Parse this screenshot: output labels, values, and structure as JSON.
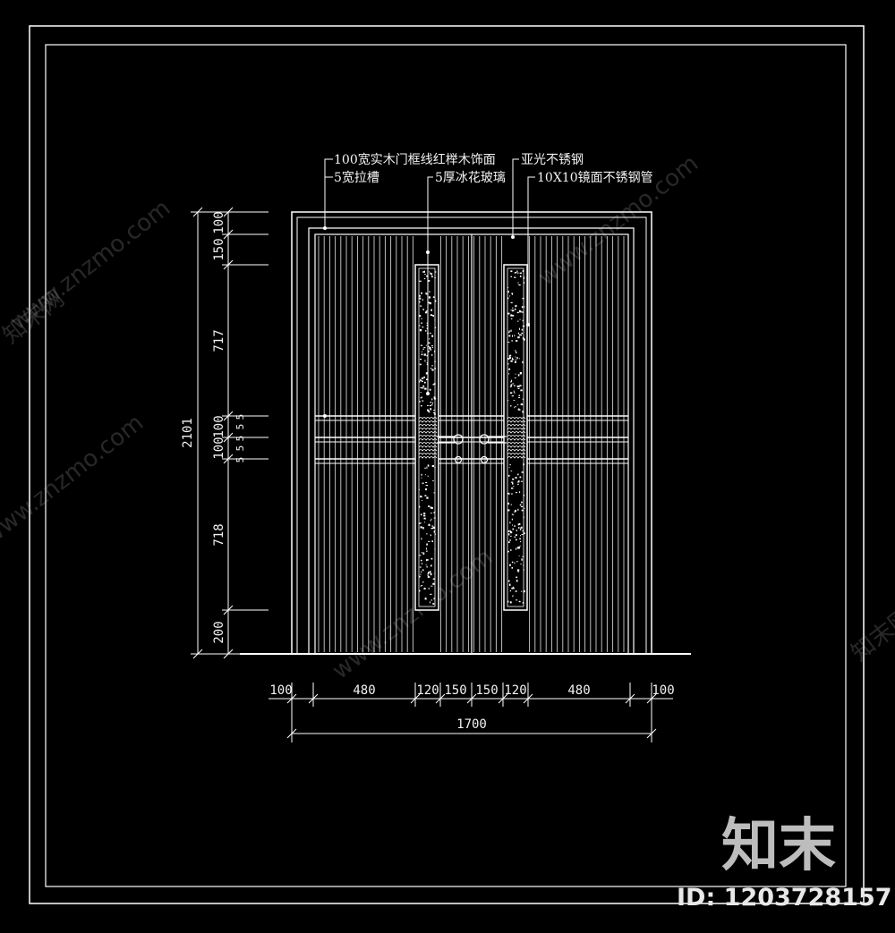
{
  "annotations": {
    "frame_line": "100宽实木门框线红榉木饰面",
    "groove": "5宽拉槽",
    "glass": "5厚冰花玻璃",
    "steel": "亚光不锈钢",
    "steel_tube": "10X10镜面不锈钢管"
  },
  "vertical_dimensions": {
    "total": "2101",
    "segments": [
      "100",
      "150",
      "717",
      "100",
      "100",
      "718",
      "200"
    ],
    "small_marks": [
      "5",
      "5",
      "5",
      "5",
      "5"
    ]
  },
  "horizontal_dimensions": {
    "segments": [
      "100",
      "480",
      "120",
      "150",
      "150",
      "120",
      "480",
      "100"
    ],
    "total": "1700"
  },
  "watermark": {
    "site": "www.znzmo.com",
    "brand_short": "知末网",
    "brand": "知末",
    "id_label": "ID: 1203728157"
  },
  "colors": {
    "background": "#000000",
    "line": "#ffffff",
    "hatch": "#cfcfcf"
  }
}
